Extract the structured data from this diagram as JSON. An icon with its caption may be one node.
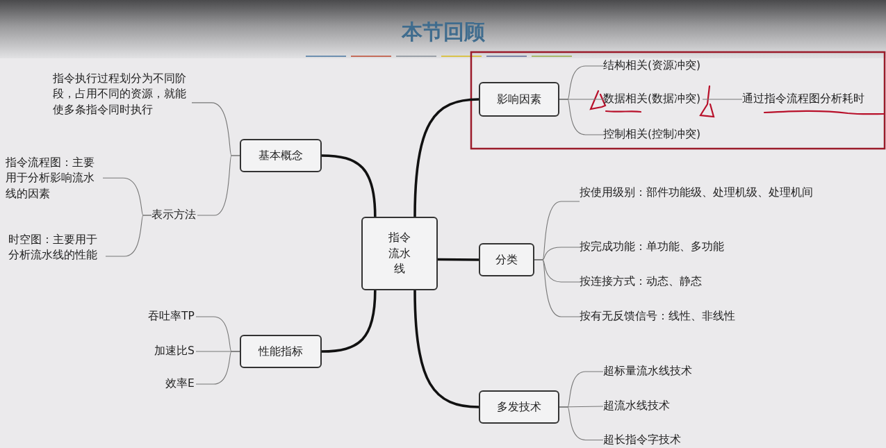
{
  "diagram": {
    "title": "本节回顾",
    "nodes": [
      {
        "text": [
          "指令流水线"
        ]
      },
      {
        "text": [
          "基本概念"
        ]
      },
      {
        "text": [
          "指令执行过程划分为不同阶段，占用不同的资源，就能使多条指令同时执行"
        ]
      },
      {
        "text": [
          "表示方法"
        ]
      },
      {
        "text": [
          "指令流程图：主要用于分析影响流水线的因素"
        ]
      },
      {
        "text": [
          "时空图：主要用于分析流水线的性能"
        ]
      },
      {
        "text": [
          "性能指标"
        ]
      },
      {
        "text": [
          "吞吐率TP"
        ]
      },
      {
        "text": [
          "加速比S"
        ]
      },
      {
        "text": [
          "效率E"
        ]
      },
      {
        "text": [
          "影响因素"
        ]
      },
      {
        "text": [
          "结构相关(资源冲突)"
        ]
      },
      {
        "text": [
          "数据相关(数据冲突)"
        ]
      },
      {
        "text": [
          "控制相关(控制冲突)"
        ]
      },
      {
        "text": [
          "通过指令流程图分析耗时"
        ]
      },
      {
        "text": [
          "分类"
        ]
      },
      {
        "text": [
          "按使用级别：部件功能级、处理机级、处理机间"
        ]
      },
      {
        "text": [
          "按完成功能：单功能、多功能"
        ]
      },
      {
        "text": [
          "按连接方式：动态、静态"
        ]
      },
      {
        "text": [
          "按有无反馈信号：线性、非线性"
        ]
      },
      {
        "text": [
          "多发技术"
        ]
      },
      {
        "text": [
          "超标量流水线技术"
        ]
      },
      {
        "text": [
          "超流水线技术"
        ]
      },
      {
        "text": [
          "超长指令字技术"
        ]
      }
    ],
    "edges": [
      {
        "from": 0,
        "to": 1,
        "arrow": "none",
        "style": "thick",
        "color": "#111111"
      },
      {
        "from": 1,
        "to": 2,
        "arrow": "none"
      },
      {
        "from": 1,
        "to": 3,
        "arrow": "none"
      },
      {
        "from": 3,
        "to": 4,
        "arrow": "none"
      },
      {
        "from": 3,
        "to": 5,
        "arrow": "none"
      },
      {
        "from": 0,
        "to": 6,
        "arrow": "none",
        "style": "thick",
        "color": "#111111"
      },
      {
        "from": 6,
        "to": 7,
        "arrow": "none"
      },
      {
        "from": 6,
        "to": 8,
        "arrow": "none"
      },
      {
        "from": 6,
        "to": 9,
        "arrow": "none"
      },
      {
        "from": 0,
        "to": 10,
        "arrow": "none",
        "style": "thick",
        "color": "#111111"
      },
      {
        "from": 10,
        "to": 11,
        "arrow": "none"
      },
      {
        "from": 10,
        "to": 12,
        "arrow": "none"
      },
      {
        "from": 10,
        "to": 13,
        "arrow": "none"
      },
      {
        "from": 12,
        "to": 14,
        "arrow": "none"
      },
      {
        "from": 0,
        "to": 15,
        "arrow": "none",
        "style": "thick",
        "color": "#111111"
      },
      {
        "from": 15,
        "to": 16,
        "arrow": "none"
      },
      {
        "from": 15,
        "to": 17,
        "arrow": "none"
      },
      {
        "from": 15,
        "to": 18,
        "arrow": "none"
      },
      {
        "from": 15,
        "to": 19,
        "arrow": "none"
      },
      {
        "from": 0,
        "to": 20,
        "arrow": "none",
        "style": "thick",
        "color": "#111111"
      },
      {
        "from": 20,
        "to": 21,
        "arrow": "none"
      },
      {
        "from": 20,
        "to": 22,
        "arrow": "none"
      },
      {
        "from": 20,
        "to": 23,
        "arrow": "none"
      }
    ]
  }
}
